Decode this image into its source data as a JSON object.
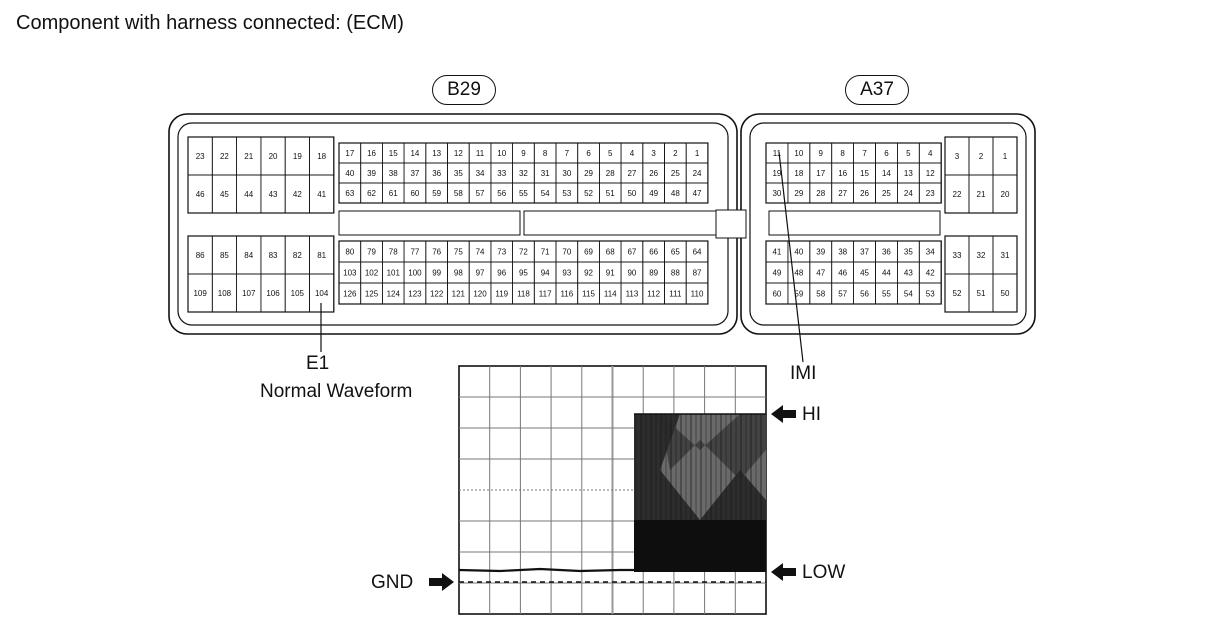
{
  "title": "Component with harness connected: (ECM)",
  "connectors": {
    "b29": {
      "name": "B29",
      "blocks": {
        "top_left": [
          [
            "23",
            "22",
            "21",
            "20",
            "19",
            "18"
          ],
          [
            "46",
            "45",
            "44",
            "43",
            "42",
            "41"
          ]
        ],
        "top_main": [
          [
            "17",
            "16",
            "15",
            "14",
            "13",
            "12",
            "11",
            "10",
            "9",
            "8",
            "7",
            "6",
            "5",
            "4",
            "3",
            "2",
            "1"
          ],
          [
            "40",
            "39",
            "38",
            "37",
            "36",
            "35",
            "34",
            "33",
            "32",
            "31",
            "30",
            "29",
            "28",
            "27",
            "26",
            "25",
            "24"
          ],
          [
            "63",
            "62",
            "61",
            "60",
            "59",
            "58",
            "57",
            "56",
            "55",
            "54",
            "53",
            "52",
            "51",
            "50",
            "49",
            "48",
            "47"
          ]
        ],
        "bot_left": [
          [
            "86",
            "85",
            "84",
            "83",
            "82",
            "81"
          ],
          [
            "109",
            "108",
            "107",
            "106",
            "105",
            "104"
          ]
        ],
        "bot_main": [
          [
            "80",
            "79",
            "78",
            "77",
            "76",
            "75",
            "74",
            "73",
            "72",
            "71",
            "70",
            "69",
            "68",
            "67",
            "66",
            "65",
            "64"
          ],
          [
            "103",
            "102",
            "101",
            "100",
            "99",
            "98",
            "97",
            "96",
            "95",
            "94",
            "93",
            "92",
            "91",
            "90",
            "89",
            "88",
            "87"
          ],
          [
            "126",
            "125",
            "124",
            "123",
            "122",
            "121",
            "120",
            "119",
            "118",
            "117",
            "116",
            "115",
            "114",
            "113",
            "112",
            "111",
            "110"
          ]
        ]
      }
    },
    "a37": {
      "name": "A37",
      "blocks": {
        "top_main": [
          [
            "11",
            "10",
            "9",
            "8",
            "7",
            "6",
            "5",
            "4"
          ],
          [
            "19",
            "18",
            "17",
            "16",
            "15",
            "14",
            "13",
            "12"
          ],
          [
            "30",
            "29",
            "28",
            "27",
            "26",
            "25",
            "24",
            "23"
          ]
        ],
        "top_right": [
          [
            "3",
            "2",
            "1"
          ],
          [
            "22",
            "21",
            "20"
          ]
        ],
        "bot_main": [
          [
            "41",
            "40",
            "39",
            "38",
            "37",
            "36",
            "35",
            "34"
          ],
          [
            "49",
            "48",
            "47",
            "46",
            "45",
            "44",
            "43",
            "42"
          ],
          [
            "60",
            "59",
            "58",
            "57",
            "56",
            "55",
            "54",
            "53"
          ]
        ],
        "bot_right": [
          [
            "33",
            "32",
            "31"
          ],
          [
            "52",
            "51",
            "50"
          ]
        ]
      }
    }
  },
  "labels": {
    "e1": "E1",
    "imi": "IMI",
    "waveform": "Normal Waveform",
    "hi": "HI",
    "low": "LOW",
    "gnd": "GND"
  }
}
